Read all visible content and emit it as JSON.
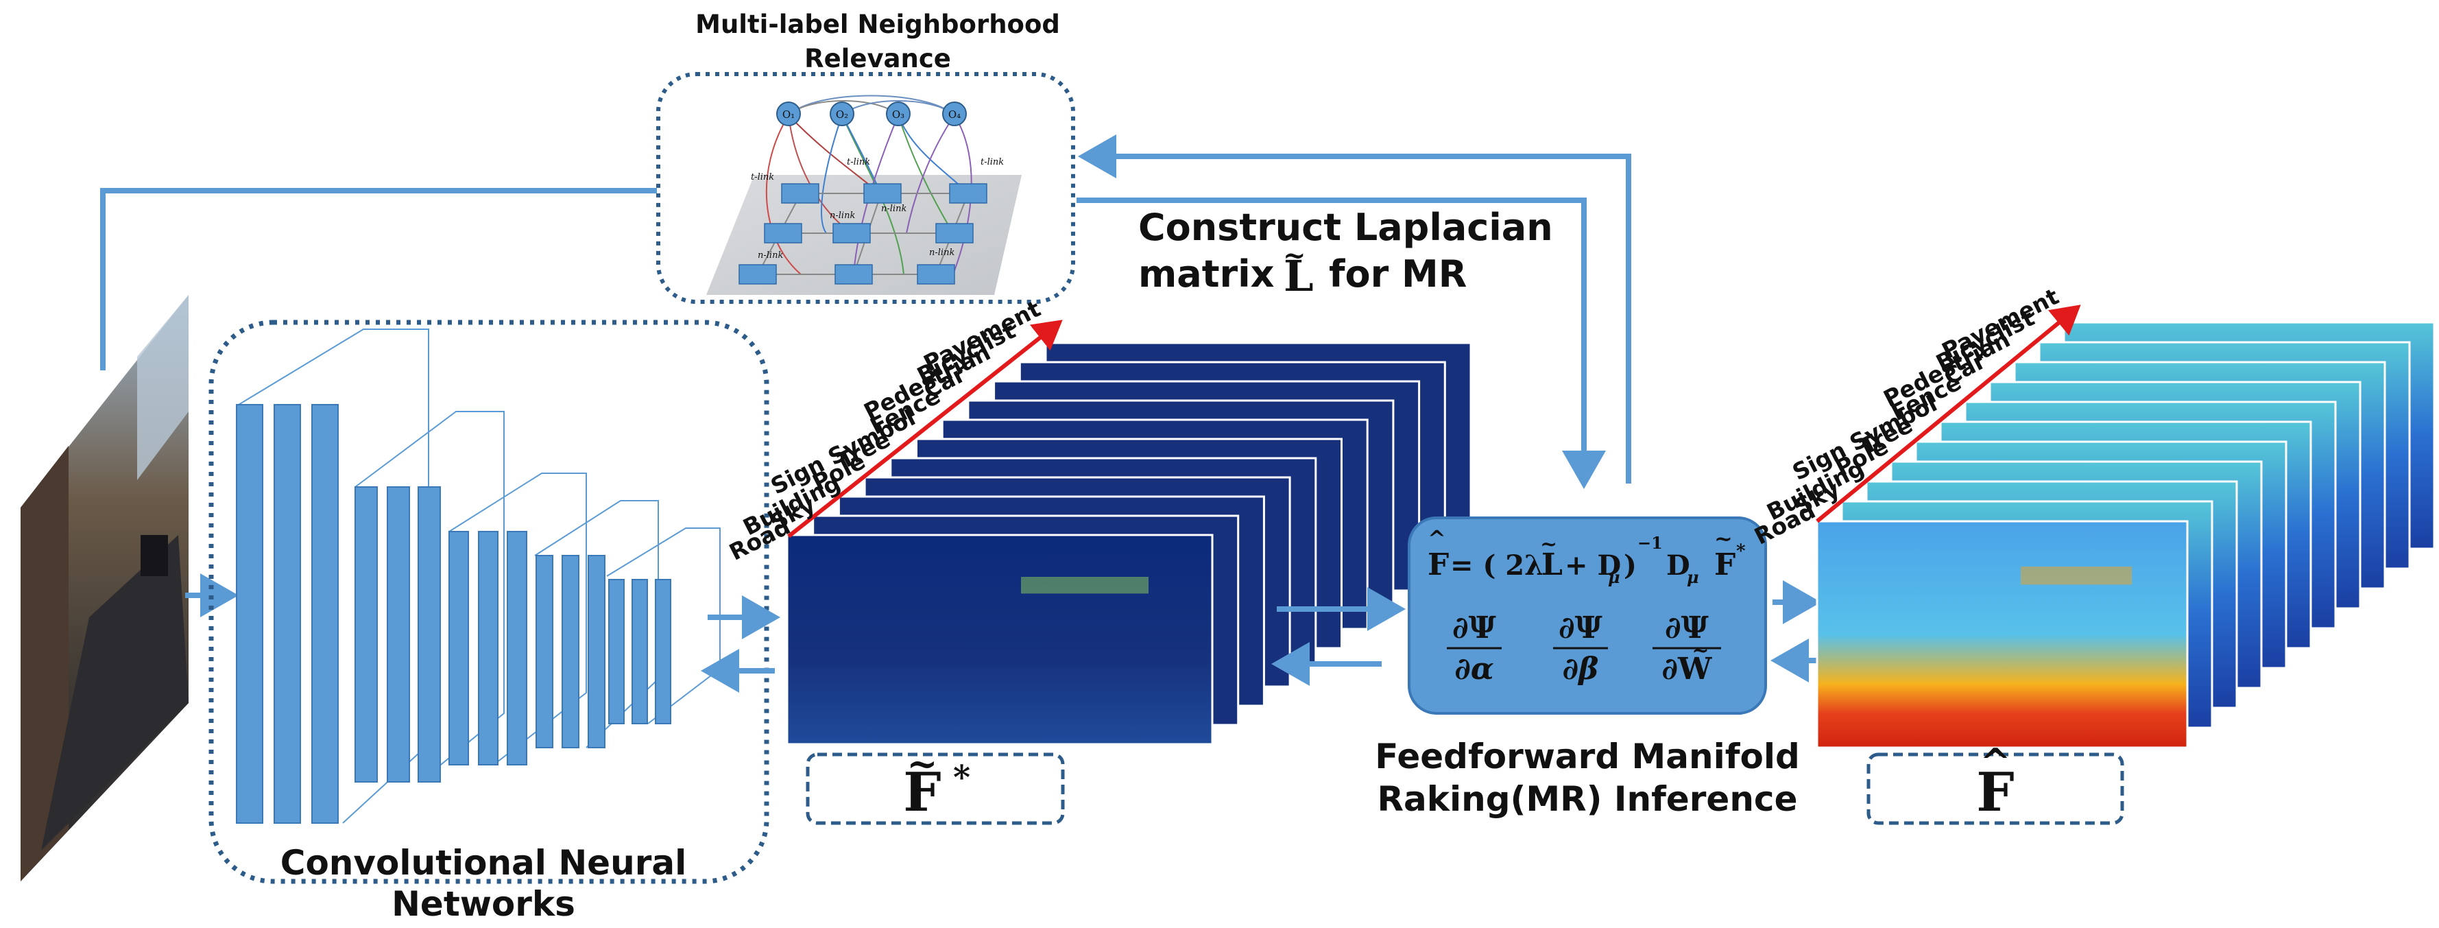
{
  "labels": {
    "neighborhood_title_line1": "Multi-label Neighborhood",
    "neighborhood_title_line2": "Relevance",
    "laplacian_line1": "Construct Laplacian",
    "laplacian_line2_pre": "matrix",
    "laplacian_symbol": "L",
    "laplacian_line2_post": "for MR",
    "cnn_line1": "Convolutional Neural",
    "cnn_line2": "Networks",
    "mr_line1": "Feedforward Manifold",
    "mr_line2": "Raking(MR) Inference"
  },
  "class_names": [
    "Road",
    "Sky",
    "Building",
    "Pole",
    "Tree",
    "Sign Symbol",
    "Fence",
    "Car",
    "Pedestrian",
    "Bicyclist",
    "Pavement"
  ],
  "graph_nodes": [
    "O₁",
    "O₂",
    "O₃",
    "O₄"
  ],
  "graph_link_labels": [
    "t-link",
    "t-link",
    "t-link",
    "n-link",
    "n-link",
    "n-link",
    "n-link"
  ],
  "mr_box": {
    "eq_lhs": "F",
    "eq_mid_a": "= ( 2λ",
    "eq_mid_L": "L",
    "eq_mid_b": "+ D",
    "eq_mid_sub": "μ",
    "eq_close": ")",
    "eq_power": "−1",
    "eq_tail_D": "D",
    "eq_tail_sub": "μ",
    "eq_tail_F": "F",
    "eq_tail_star": "*",
    "grad_num": "∂Ψ",
    "grad_den_1": "∂α",
    "grad_den_2": "∂β",
    "grad_den_3": "∂W"
  },
  "outputs": {
    "fstar_symbol": "F",
    "fstar_sup": "*",
    "fhat_symbol": "F"
  },
  "colors": {
    "arrow": "#5b9bd5",
    "cnn_fill": "#5b9bd5",
    "dotted_border": "#2e5c8a",
    "mr_box_fill": "#5b9bd5",
    "red_axis": "#e31a1c"
  }
}
